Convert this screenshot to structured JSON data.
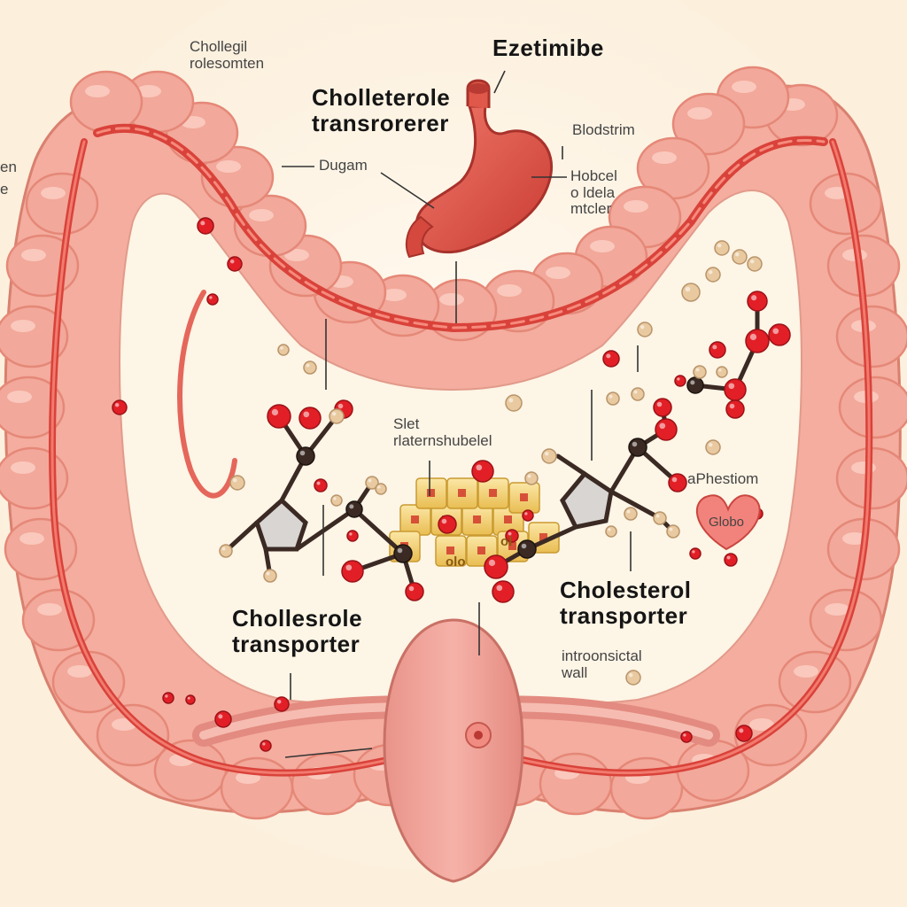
{
  "labels": {
    "top_left_note": "Chollegil\nrolesomten",
    "drug_name": "Ezetimibe",
    "transporter_top": "Cholleterole\ntransrorerer",
    "dugam": "Dugam",
    "blodstrim": "Blodstrim",
    "hobcel": "Hobcel\no ldela\nmtcler",
    "left_edge_1": "en",
    "left_edge_2": "e",
    "slet": "Slet\nrlaternshubelel",
    "aphestiom": "aPhestiom",
    "globo": "Globo",
    "cholesterol_transporter_right": "Cholesterol\ntransporter",
    "cholesrole_transporter_left": "Chollesrole\ntransporter",
    "intestinal_wall": "introonsictal\nwall",
    "cube_label_1": "olo",
    "cube_label_2": "ol"
  },
  "colors": {
    "intestine_fill": "#f2a89a",
    "intestine_shade": "#e58878",
    "vessel": "#d9423a",
    "stomach": "#e25b4c",
    "cube": "#f3d27a",
    "oxygen": "#e21f26",
    "carbon": "#3b2a24",
    "hydrogen": "#e9c9a0",
    "background": "#fdf6ec"
  }
}
